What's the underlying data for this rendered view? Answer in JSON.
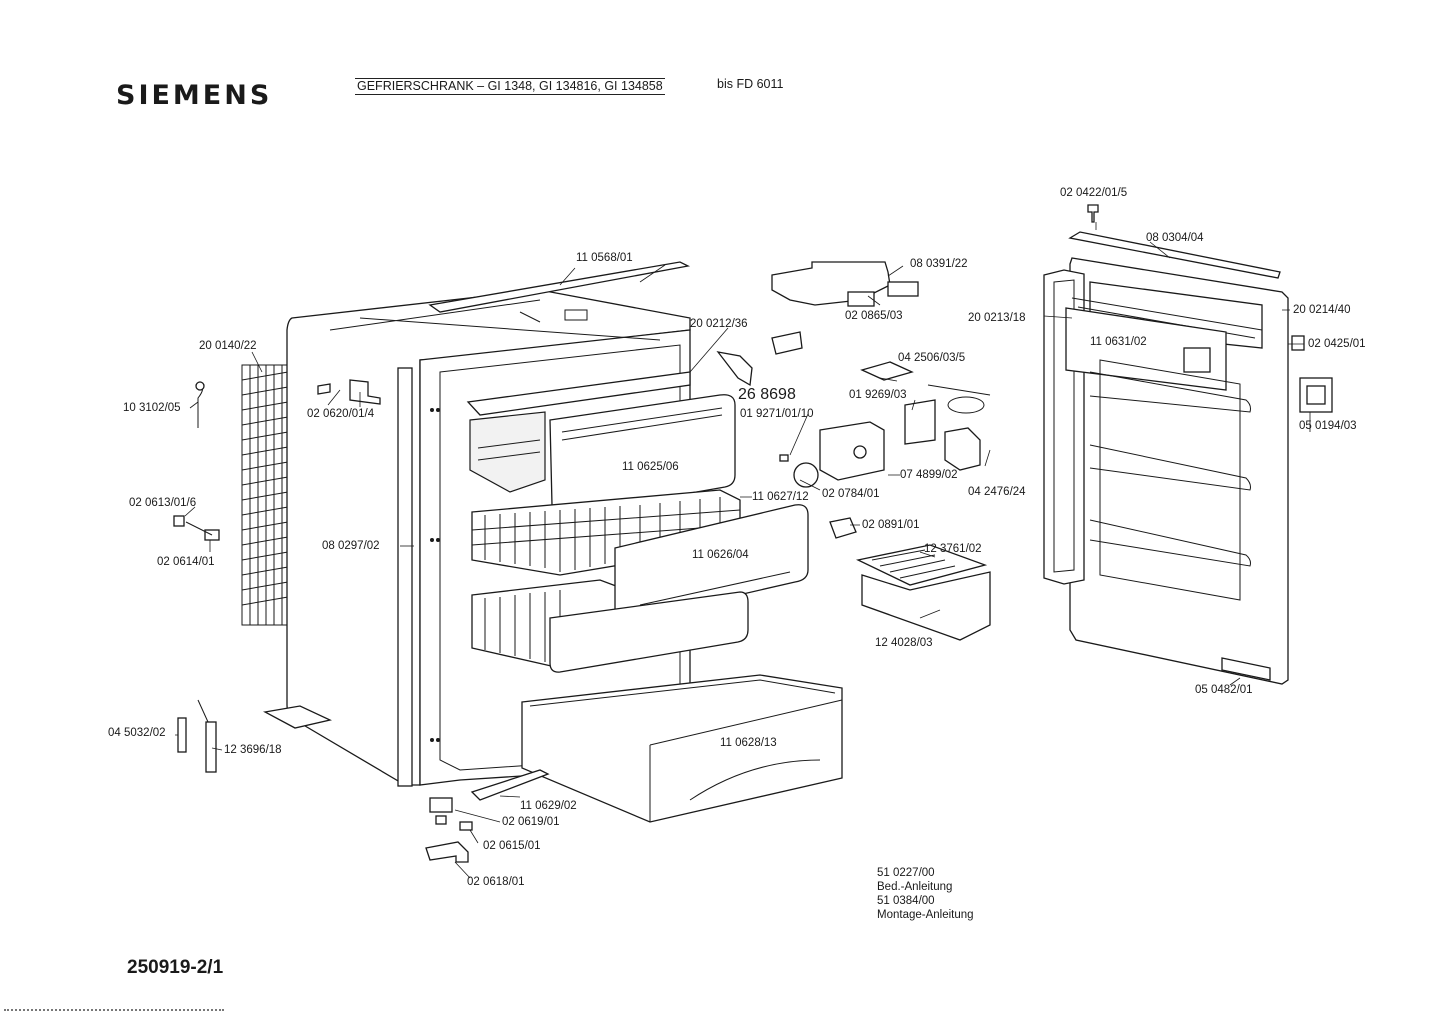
{
  "header": {
    "brand": "SIEMENS",
    "title": "GEFRIERSCHRANK – GI 1348, GI 134816, GI 134858",
    "subtitle": "bis FD 6011"
  },
  "document_number": "250919-2/1",
  "part_labels": [
    "02 0422/01/5",
    "08 0304/04",
    "11 0568/01",
    "08 0391/22",
    "20 0214/40",
    "02 0865/03",
    "20 0213/18",
    "20 0212/36",
    "02 0425/01",
    "11 0631/02",
    "20 0140/22",
    "04 2506/03/5",
    "26 8698",
    "10 3102/05",
    "02 0620/01/4",
    "01 9269/03",
    "05 0194/03",
    "01 9271/01/10",
    "11 0625/06",
    "07 4899/02",
    "02 0784/01",
    "04 2476/24",
    "11 0627/12",
    "02 0613/01/6",
    "02 0891/01",
    "08 0297/02",
    "12 3761/02",
    "02 0614/01",
    "11 0626/04",
    "12 4028/03",
    "05 0482/01",
    "04 5032/02",
    "12 3696/18",
    "11 0628/13",
    "11 0629/02",
    "02 0619/01",
    "02 0615/01",
    "02 0618/01"
  ],
  "notes": [
    "51 0227/00",
    "Bed.-Anleitung",
    "51 0384/00",
    "Montage-Anleitung"
  ]
}
